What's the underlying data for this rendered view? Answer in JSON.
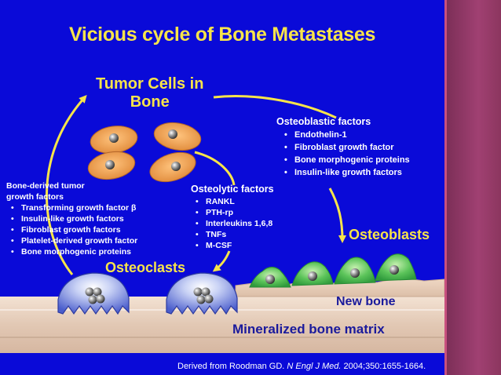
{
  "title": "Vicious cycle of Bone Metastases",
  "tumor_cells": {
    "line1": "Tumor Cells in",
    "line2": "Bone"
  },
  "osteoblastic": {
    "title": "Osteoblastic factors",
    "items": [
      "Endothelin-1",
      "Fibroblast growth factor",
      "Bone morphogenic proteins",
      "Insulin-like growth factors"
    ]
  },
  "osteolytic": {
    "title": "Osteolytic factors",
    "items": [
      "RANKL",
      "PTH-rp",
      "Interleukins 1,6,8",
      "TNFs",
      "M-CSF"
    ]
  },
  "bone_derived": {
    "title_line1": "Bone-derived tumor",
    "title_line2": "growth factors",
    "items": [
      "Transforming growth factor β",
      "Insulin-like growth factors",
      "Fibroblast growth factors",
      "Platelet-derived growth factor",
      "Bone morphogenic proteins"
    ]
  },
  "labels": {
    "osteoblasts": "Osteoblasts",
    "osteoclasts": "Osteoclasts",
    "new_bone": "New bone",
    "mineralized_matrix": "Mineralized bone matrix"
  },
  "citation": {
    "prefix": "Derived from Roodman GD. ",
    "journal": "N Engl J Med.",
    "suffix": " 2004;350:1655-1664."
  },
  "colors": {
    "background": "#0a0ad8",
    "title": "#f7e44a",
    "tumor_cell": "#f0a25a",
    "osteoblast": "#3fb44a",
    "osteoclast": "#5a6fd0",
    "bone_matrix": "#e8d2c0",
    "side_strip": "#8c365f"
  }
}
